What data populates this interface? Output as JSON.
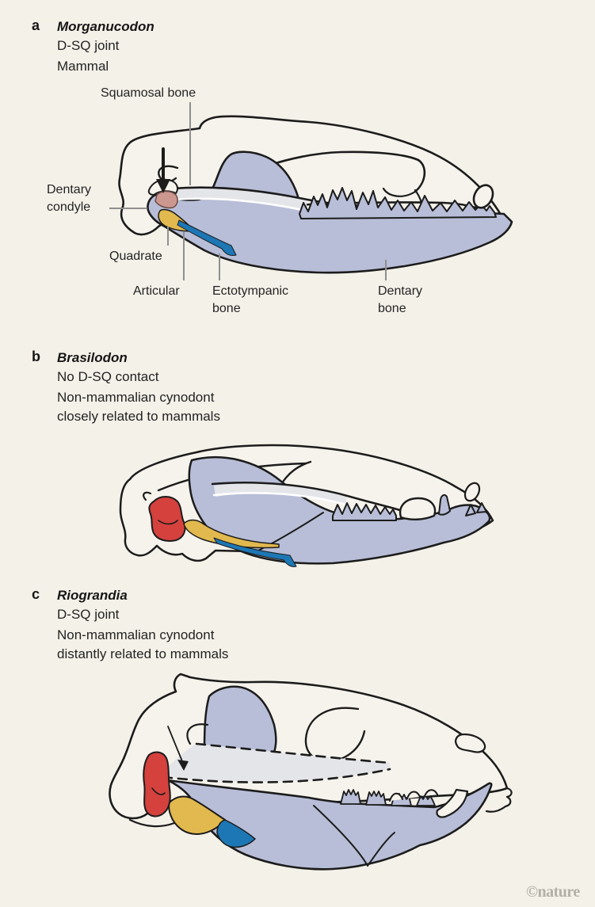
{
  "credit": "©nature",
  "colors": {
    "background": "#f4f1e9",
    "bone_cream": "#f6f3ec",
    "jaw_lavender": "#b8bed7",
    "band_gray": "#e4e5e9",
    "condyle_pink": "#cb978f",
    "quadrate_yellow": "#e2b94e",
    "ectotympanic_blue": "#1d77b5",
    "articular_red": "#d5413d",
    "outline_ink": "#1c1c1c",
    "leader_gray": "#8f8f8f",
    "credit_gray": "#b3b1a7"
  },
  "panels": [
    {
      "letter": "a",
      "species": "Morganucodon",
      "joint_status": "D-SQ joint",
      "taxon_line1": "Mammal",
      "taxon_line2": "",
      "labels": {
        "squamosal": "Squamosal bone",
        "dentary_condyle": "Dentary condyle",
        "quadrate": "Quadrate",
        "articular": "Articular",
        "ectotympanic": "Ectotympanic bone",
        "dentary": "Dentary bone"
      }
    },
    {
      "letter": "b",
      "species": "Brasilodon",
      "joint_status": "No D-SQ contact",
      "taxon_line1": "Non-mammalian cynodont",
      "taxon_line2": "closely related to mammals"
    },
    {
      "letter": "c",
      "species": "Riograndia",
      "joint_status": "D-SQ joint",
      "taxon_line1": "Non-mammalian cynodont",
      "taxon_line2": "distantly related to mammals"
    }
  ]
}
